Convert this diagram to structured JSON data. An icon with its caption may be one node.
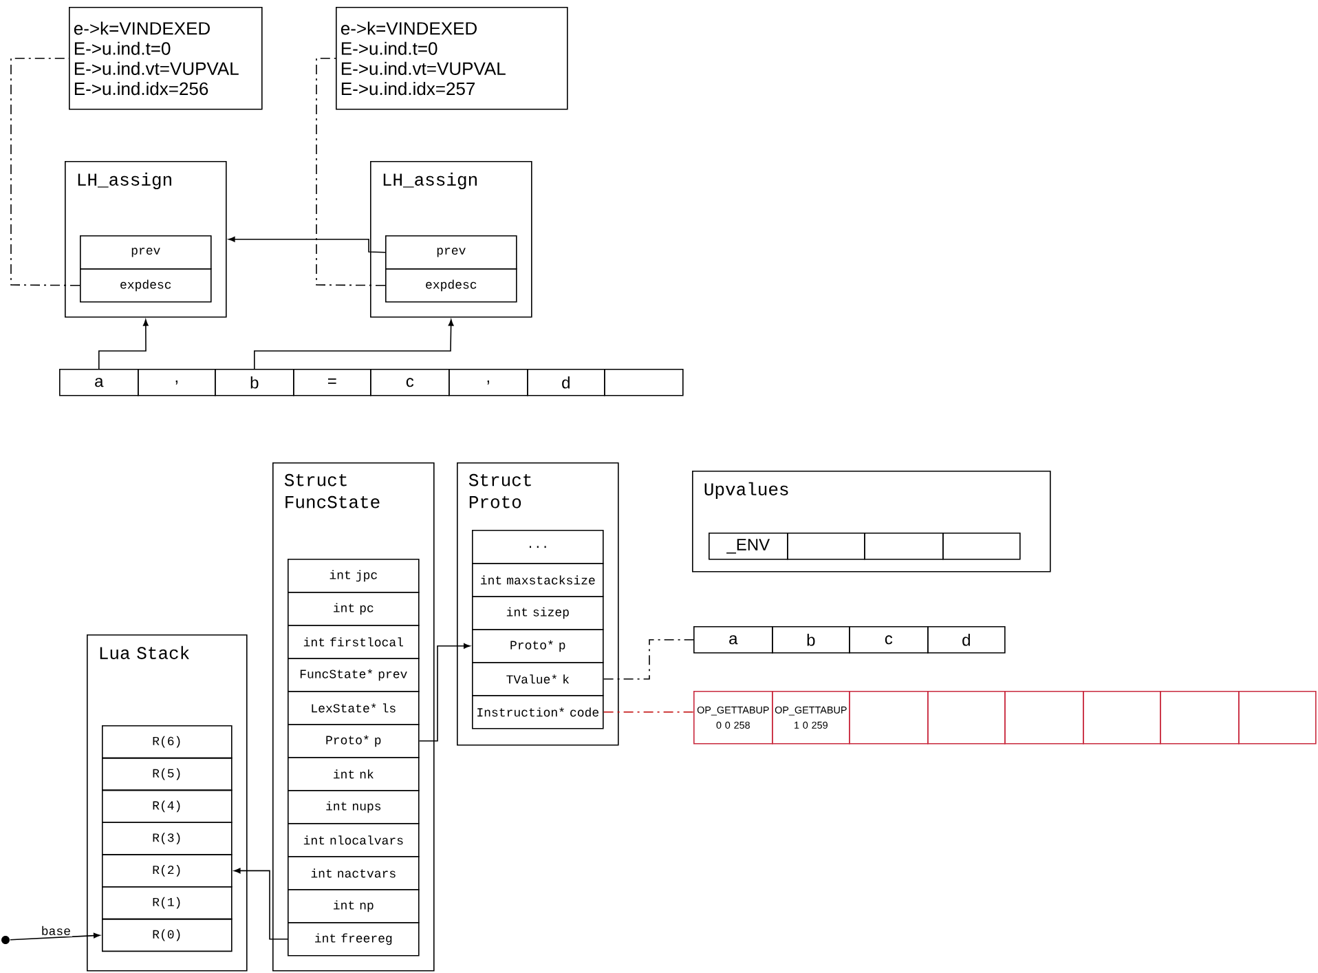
{
  "diagram": {
    "nodes": [
      {
        "text": [
          "e->k=VINDEXED",
          "E->u.ind.t=0",
          "E->u.ind.vt=VUPVAL",
          "E->u.ind.idx=256"
        ]
      },
      {
        "text": [
          "e->k=VINDEXED",
          "E->u.ind.t=0",
          "E->u.ind.vt=VUPVAL",
          "E->u.ind.idx=257"
        ]
      },
      {
        "text": [
          "LH_assign"
        ]
      },
      {
        "text": [
          "prev"
        ],
        "in": 2
      },
      {
        "text": [
          "expdesc"
        ],
        "in": 2
      },
      {
        "text": [
          "LH_assign"
        ]
      },
      {
        "text": [
          "prev"
        ],
        "in": 5
      },
      {
        "text": [
          "expdesc"
        ],
        "in": 5
      },
      {
        "text": [
          "a"
        ]
      },
      {
        "text": [
          ","
        ]
      },
      {
        "text": [
          "b"
        ]
      },
      {
        "text": [
          "="
        ]
      },
      {
        "text": [
          "c"
        ]
      },
      {
        "text": [
          ","
        ]
      },
      {
        "text": [
          "d"
        ]
      },
      {
        "text": [],
        "shape": "box"
      },
      {
        "text": [
          "Struct FuncState"
        ]
      },
      {
        "text": [
          "int jpc"
        ],
        "in": 16
      },
      {
        "text": [
          "int pc"
        ],
        "in": 16
      },
      {
        "text": [
          "int firstlocal"
        ],
        "in": 16
      },
      {
        "text": [
          "FuncState* prev"
        ],
        "in": 16
      },
      {
        "text": [
          "LexState* ls"
        ],
        "in": 16
      },
      {
        "text": [
          "Proto* p"
        ],
        "in": 16
      },
      {
        "text": [
          "int nk"
        ],
        "in": 16
      },
      {
        "text": [
          "int nups"
        ],
        "in": 16
      },
      {
        "text": [
          "int nlocalvars"
        ],
        "in": 16
      },
      {
        "text": [
          "int nactvars"
        ],
        "in": 16
      },
      {
        "text": [
          "int np"
        ],
        "in": 16
      },
      {
        "text": [
          "int freereg"
        ],
        "in": 16
      },
      {
        "text": [
          "Struct Proto"
        ]
      },
      {
        "text": [
          "..."
        ],
        "in": 29
      },
      {
        "text": [
          "int maxstacksize"
        ],
        "in": 29
      },
      {
        "text": [
          "int sizep"
        ],
        "in": 29
      },
      {
        "text": [
          "Proto* p"
        ],
        "in": 29
      },
      {
        "text": [
          "TValue* k"
        ],
        "in": 29
      },
      {
        "text": [
          "Instruction* code"
        ],
        "in": 29
      },
      {
        "text": [
          "Upvalues"
        ]
      },
      {
        "text": [
          "_ENV"
        ],
        "in": 36
      },
      {
        "text": [],
        "shape": "box",
        "in": 36
      },
      {
        "text": [],
        "shape": "box",
        "in": 36
      },
      {
        "text": [],
        "shape": "box",
        "in": 36
      },
      {
        "text": [
          "a"
        ]
      },
      {
        "text": [
          "b"
        ]
      },
      {
        "text": [
          "c"
        ]
      },
      {
        "text": [
          "d"
        ]
      },
      {
        "text": [
          "OP_GETTABUP 0 0 258"
        ]
      },
      {
        "text": [
          "OP_GETTABUP 1 0 259"
        ]
      },
      {
        "text": [],
        "shape": "box"
      },
      {
        "text": [],
        "shape": "box"
      },
      {
        "text": [],
        "shape": "box"
      },
      {
        "text": [],
        "shape": "box"
      },
      {
        "text": [],
        "shape": "box"
      },
      {
        "text": [],
        "shape": "box"
      },
      {
        "text": [
          "Lua Stack"
        ]
      },
      {
        "text": [
          "R(6)"
        ],
        "in": 53
      },
      {
        "text": [
          "R(5)"
        ],
        "in": 53
      },
      {
        "text": [
          "R(4)"
        ],
        "in": 53
      },
      {
        "text": [
          "R(3)"
        ],
        "in": 53
      },
      {
        "text": [
          "R(2)"
        ],
        "in": 53
      },
      {
        "text": [
          "R(1)"
        ],
        "in": 53
      },
      {
        "text": [
          "R(0)"
        ],
        "in": 53
      },
      {
        "text": [],
        "shape": "circle"
      }
    ],
    "edges": [
      {
        "from": 4,
        "to": 0,
        "arrow": "none",
        "style": "dashed"
      },
      {
        "from": 7,
        "to": 1,
        "arrow": "none",
        "style": "dashed"
      },
      {
        "from": 6,
        "to": 2,
        "arrow": "to"
      },
      {
        "from": 8,
        "to": 2,
        "arrow": "to"
      },
      {
        "from": 10,
        "to": 5,
        "arrow": "to"
      },
      {
        "from": 22,
        "to": 33,
        "arrow": "to"
      },
      {
        "from": 28,
        "to": 58,
        "arrow": "to"
      },
      {
        "from": 34,
        "to": 41,
        "arrow": "none",
        "style": "dashed"
      },
      {
        "from": 35,
        "to": 45,
        "arrow": "none",
        "style": "dashed",
        "color": "#c00000"
      },
      {
        "from": 61,
        "to": 60,
        "arrow": "to",
        "label": "base"
      }
    ]
  }
}
